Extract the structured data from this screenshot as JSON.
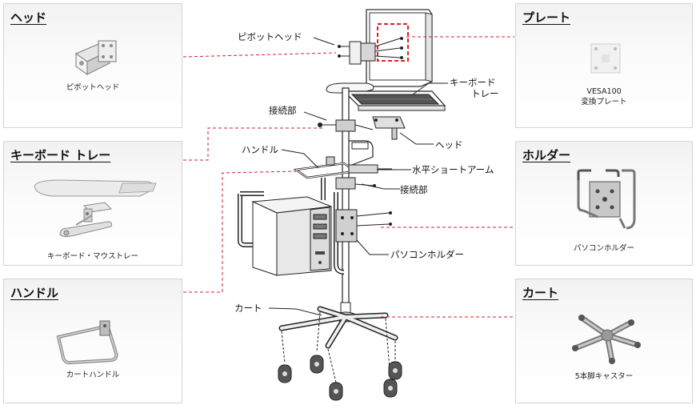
{
  "panels": {
    "head": {
      "title": "ヘッド",
      "caption": "ピボットヘッド"
    },
    "keyboard_tray": {
      "title": "キーボード トレー",
      "caption": "キーボード・マウストレー"
    },
    "handle": {
      "title": "ハンドル",
      "caption": "カートハンドル"
    },
    "plate": {
      "title": "プレート",
      "caption_line1": "VESA100",
      "caption_line2": "変換プレート"
    },
    "holder": {
      "title": "ホルダー",
      "caption": "パソコンホルダー"
    },
    "cart": {
      "title": "カート",
      "caption": "5本脚キャスター"
    }
  },
  "callouts": {
    "pivot_head": "ピボットヘッド",
    "keyboard_tray_line1": "キーボード",
    "keyboard_tray_line2": "トレー",
    "joint_upper": "接続部",
    "head": "ヘッド",
    "handle": "ハンドル",
    "horizontal_short_arm": "水平ショートアーム",
    "joint_lower": "接続部",
    "pc_holder": "パソコンホルダー",
    "cart": "カート"
  },
  "colors": {
    "leader_dashed": "#cc2233",
    "leader_line": "#222222",
    "panel_border": "#d4d4d4",
    "vesa_square": "#dd2222"
  }
}
